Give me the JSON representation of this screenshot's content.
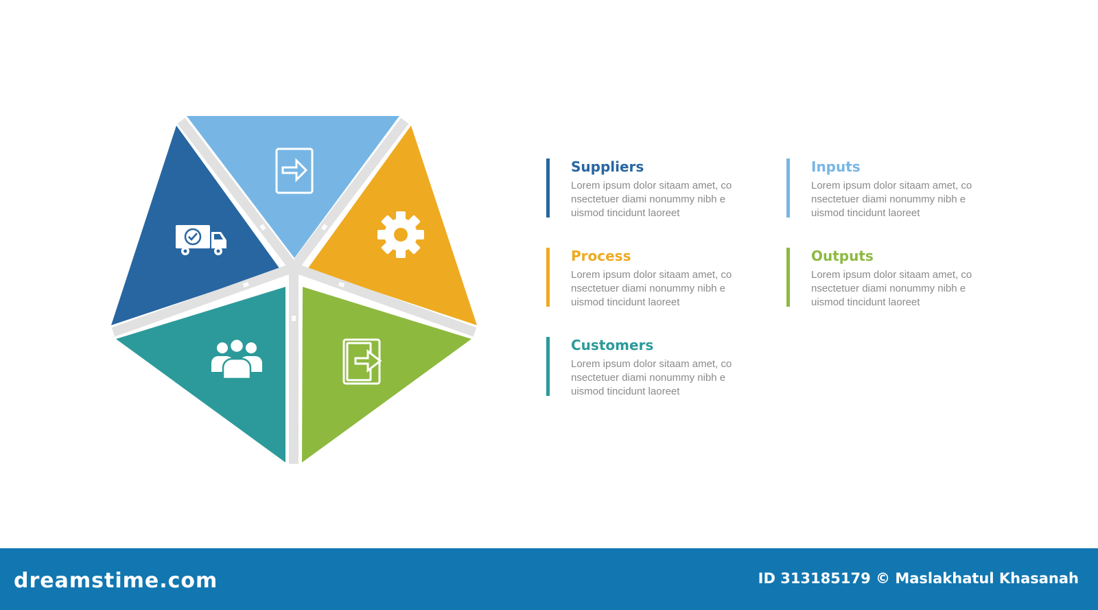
{
  "segments": [
    {
      "key": "suppliers",
      "title": "Suppliers",
      "color": "#2866a1",
      "icon": "truck-check-icon",
      "lines": [
        "Lorem ipsum dolor sitaam amet, co",
        "nsectetuer diami nonummy  nibh e",
        "uismod tincidunt laoreet"
      ]
    },
    {
      "key": "inputs",
      "title": "Inputs",
      "color": "#77b6e4",
      "icon": "sign-in-door-icon",
      "lines": [
        "Lorem ipsum dolor sitaam amet, co",
        "nsectetuer diami nonummy  nibh e",
        "uismod tincidunt laoreet"
      ]
    },
    {
      "key": "process",
      "title": "Process",
      "color": "#eeaa21",
      "icon": "gear-icon",
      "lines": [
        "Lorem ipsum dolor sitaam amet, co",
        "nsectetuer diami nonummy  nibh e",
        "uismod tincidunt laoreet"
      ]
    },
    {
      "key": "outputs",
      "title": "Outputs",
      "color": "#8db93f",
      "icon": "sign-out-door-icon",
      "lines": [
        "Lorem ipsum dolor sitaam amet, co",
        "nsectetuer diami nonummy  nibh e",
        "uismod tincidunt laoreet"
      ]
    },
    {
      "key": "customers",
      "title": "Customers",
      "color": "#2c9a9a",
      "icon": "people-group-icon",
      "lines": [
        "Lorem ipsum dolor sitaam amet, co",
        "nsectetuer diami nonummy  nibh e",
        "uismod tincidunt laoreet"
      ]
    }
  ],
  "separator_color": "#e1e1e1",
  "footer": {
    "brand": "dreamstime.com",
    "credit": "ID 313185179 © Maslakhatul Khasanah",
    "background": "#1277b0"
  }
}
